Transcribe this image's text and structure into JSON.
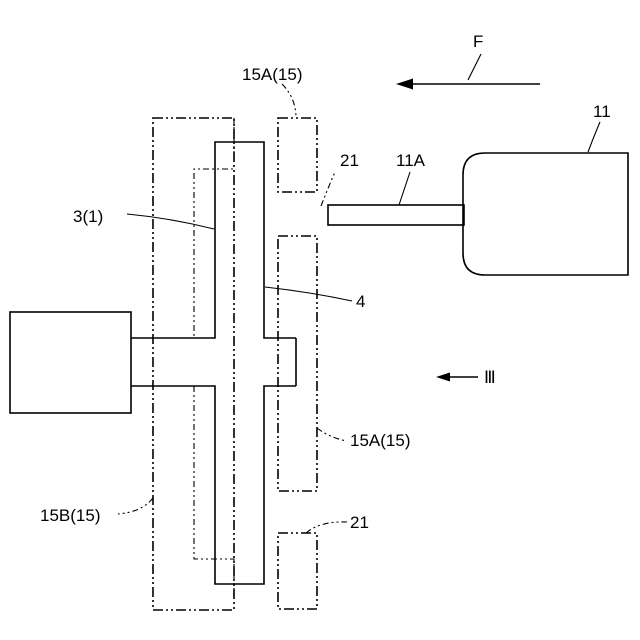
{
  "labels": {
    "arrow_f": "F",
    "arrow_iii": "Ⅲ",
    "nozzle_11": "11",
    "nozzle_tip_11a": "11A",
    "tool_top_15a": "15A(15)",
    "tool_right_15a": "15A(15)",
    "tool_left_15b": "15B(15)",
    "gap_top_21": "21",
    "gap_bottom_21": "21",
    "workpiece_3_1": "3(1)",
    "flange_4": "4"
  },
  "colors": {
    "line": "#000000",
    "background": "#ffffff"
  }
}
